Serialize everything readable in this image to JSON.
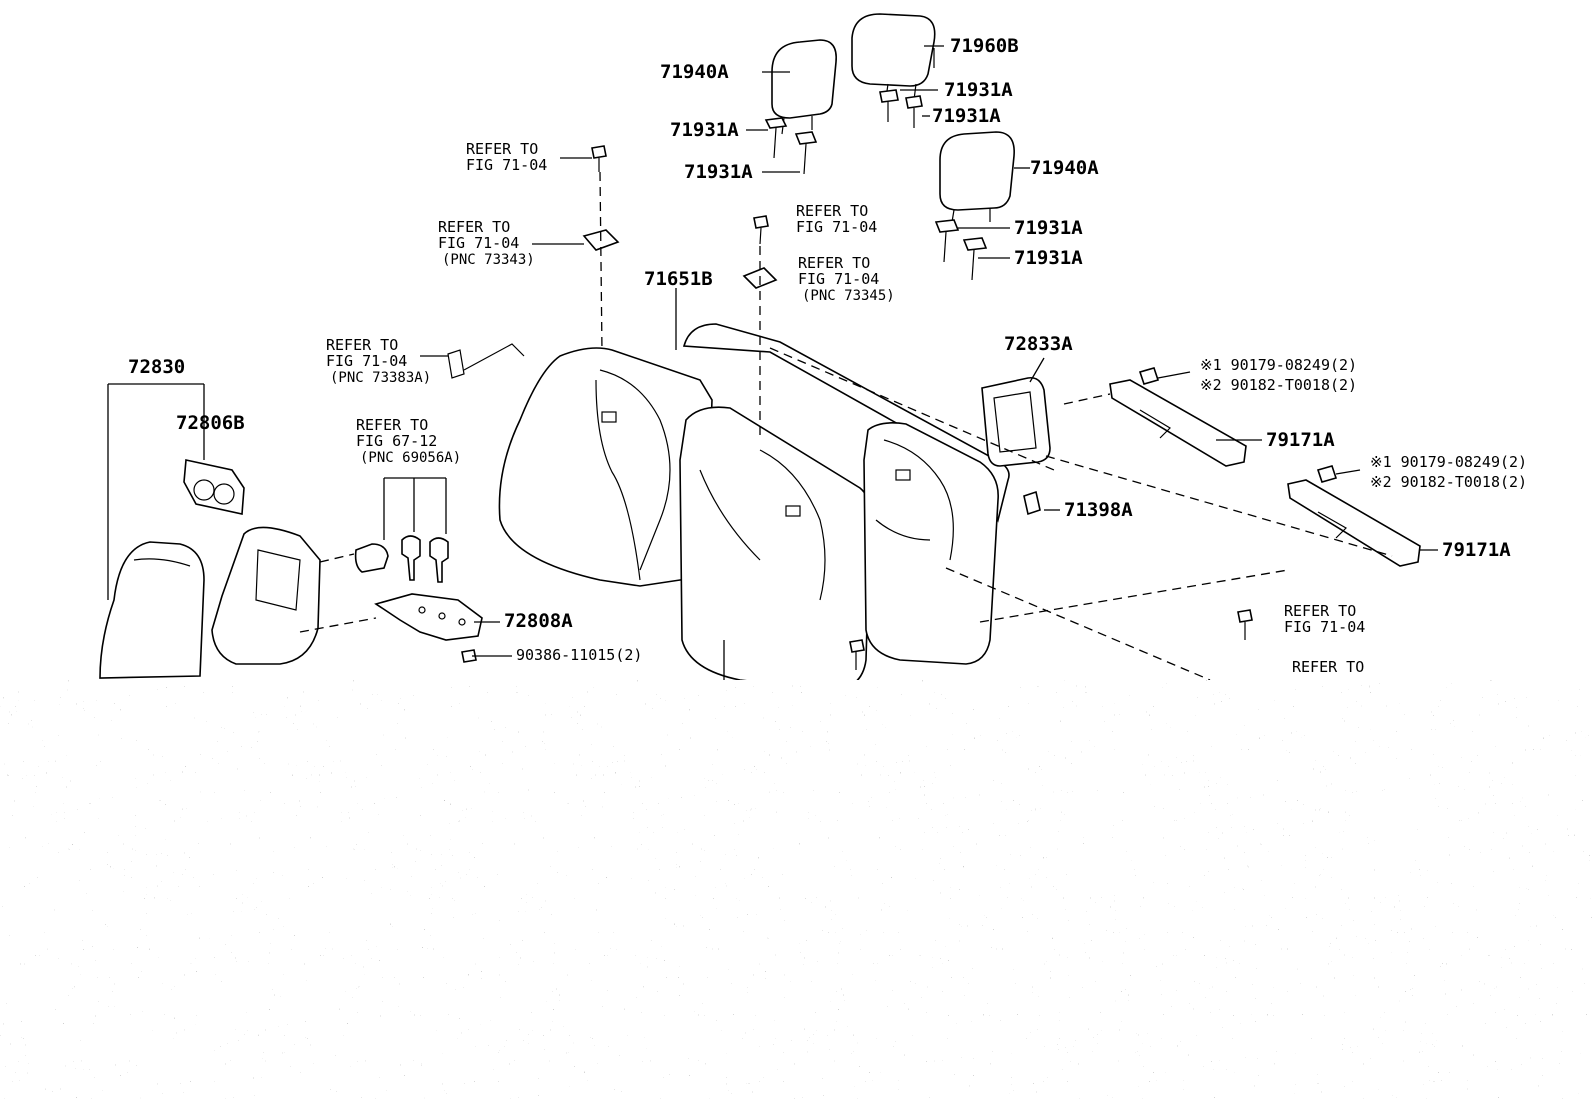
{
  "parts": {
    "p71940A_top": "71940A",
    "p71960B": "71960B",
    "p71931A_a": "71931A",
    "p71931A_b": "71931A",
    "p71931A_c": "71931A",
    "p71931A_d": "71931A",
    "p71940A_mid": "71940A",
    "p71931A_e": "71931A",
    "p71931A_f": "71931A",
    "p71651B": "71651B",
    "p72833A": "72833A",
    "p72830": "72830",
    "p72806B": "72806B",
    "p71398A": "71398A",
    "p79171A_a": "79171A",
    "p79171A_b": "79171A",
    "p72808A": "72808A",
    "p90386": "90386-11015(2)"
  },
  "refs": {
    "r1_l1": "REFER TO",
    "r1_l2": "FIG 71-04",
    "r2_l1": "REFER TO",
    "r2_l2": "FIG 71-04",
    "r2_l3": "(PNC 73343)",
    "r3_l1": "REFER TO",
    "r3_l2": "FIG 71-04",
    "r4_l1": "REFER TO",
    "r4_l2": "FIG 71-04",
    "r4_l3": "(PNC 73345)",
    "r5_l1": "REFER TO",
    "r5_l2": "FIG 71-04",
    "r5_l3": "(PNC 73383A)",
    "r6_l1": "REFER TO",
    "r6_l2": "FIG 67-12",
    "r6_l3": "(PNC 69056A)",
    "r7_l1": "REFER TO",
    "r7_l2": "FIG 71-04",
    "r8_l1": "REFER TO"
  },
  "notes": {
    "n1a": "※1 90179-08249(2)",
    "n1b": "※2 90182-T0018(2)",
    "n2a": "※1 90179-08249(2)",
    "n2b": "※2 90182-T0018(2)"
  },
  "colors": {
    "ink": "#000000",
    "paper": "#ffffff",
    "noise": "#8a8a8a"
  },
  "overlay": "lower area covered by grey static-noise band"
}
